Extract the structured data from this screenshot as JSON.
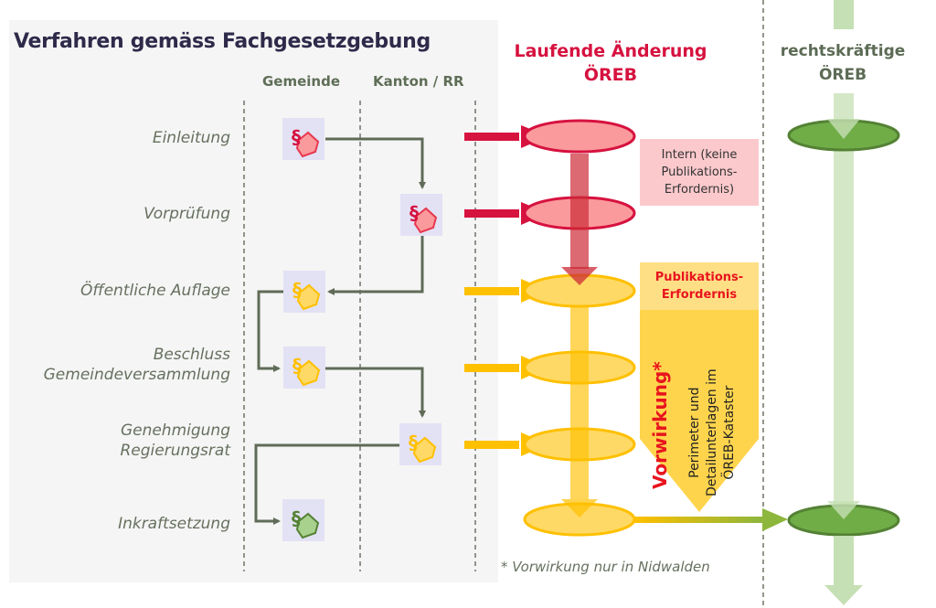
{
  "left_panel": {
    "title": "Verfahren gemäss Fachgesetzgebung",
    "columns": [
      "Gemeinde",
      "Kanton / RR"
    ],
    "steps": [
      {
        "label": "Einleitung",
        "actor": "Gemeinde",
        "status": "intern"
      },
      {
        "label": "Vorprüfung",
        "actor": "Kanton / RR",
        "status": "intern"
      },
      {
        "label": "Öffentliche Auflage",
        "actor": "Gemeinde",
        "status": "publikation"
      },
      {
        "label": "Beschluss Gemeindeversammlung",
        "label_lines": [
          "Beschluss",
          "Gemeindeversammlung"
        ],
        "actor": "Gemeinde",
        "status": "publikation"
      },
      {
        "label": "Genehmigung Regierungsrat",
        "label_lines": [
          "Genehmigung",
          "Regierungsrat"
        ],
        "actor": "Kanton / RR",
        "status": "publikation"
      },
      {
        "label": "Inkraftsetzung",
        "actor": "Gemeinde",
        "status": "rechtskraeftig"
      }
    ],
    "icon": "paragraph-hand-icon"
  },
  "middle": {
    "header": [
      "Laufende Änderung",
      "ÖREB"
    ],
    "intern_box": [
      "Intern (keine",
      "Publikations-",
      "Erfordernis)"
    ],
    "publication_box": [
      "Publikations-",
      "Erfordernis"
    ],
    "vorwirkung_label": "Vorwirkung*",
    "vorwirkung_desc": [
      "Perimeter und",
      "Detailunterlagen im",
      "ÖREB-Kataster"
    ],
    "footnote": "* Vorwirkung nur in Nidwalden"
  },
  "right": {
    "header": [
      "rechtskräftige",
      "ÖREB"
    ]
  },
  "colors": {
    "red": "#d6123f",
    "red_fill": "#fb9a9c",
    "yellow": "#ffc000",
    "yellow_fill": "#ffd966",
    "green": "#548235",
    "green_fill": "#70ad47",
    "light_green": "#c5e0b4",
    "flow_line": "#5f6b57",
    "title": "#2e2a4a"
  }
}
